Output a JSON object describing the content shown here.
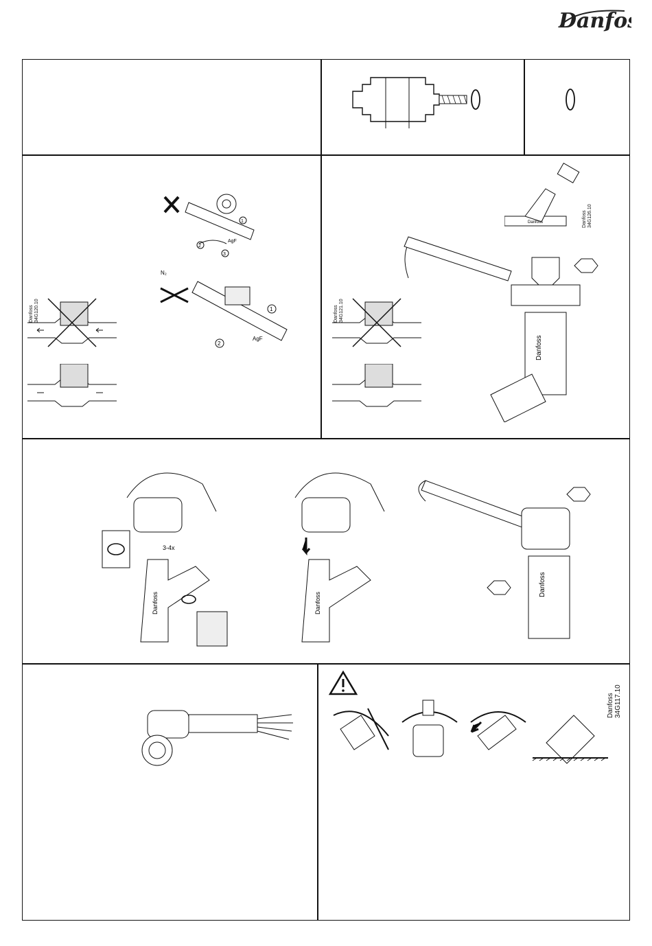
{
  "brand": {
    "logo_text": "Danfoss"
  },
  "codes": {
    "c1": "Danfoss\n34G120.10",
    "c2": "Danfoss\n34G121.10",
    "c3": "Danfoss\n34G126.10",
    "c4": "Danfoss\n34G117.10"
  },
  "labels": {
    "n2": "N₂",
    "agf_1": "AgF",
    "agf_2": "AgF",
    "step_1a": "1",
    "step_2a": "2",
    "step_3a": "3",
    "step_1b": "1",
    "step_2b": "2",
    "turns": "3-4x",
    "valve_brand_1": "Danfoss",
    "valve_brand_2": "Danfoss",
    "valve_brand_3": "Danfoss",
    "valve_brand_4": "Danfoss",
    "valve_brand_5": "Danfoss"
  },
  "icons": [
    "o-ring-icon",
    "warning-icon",
    "cross-icon",
    "arrow-icon",
    "wrench-icon",
    "hexagon-icon"
  ]
}
